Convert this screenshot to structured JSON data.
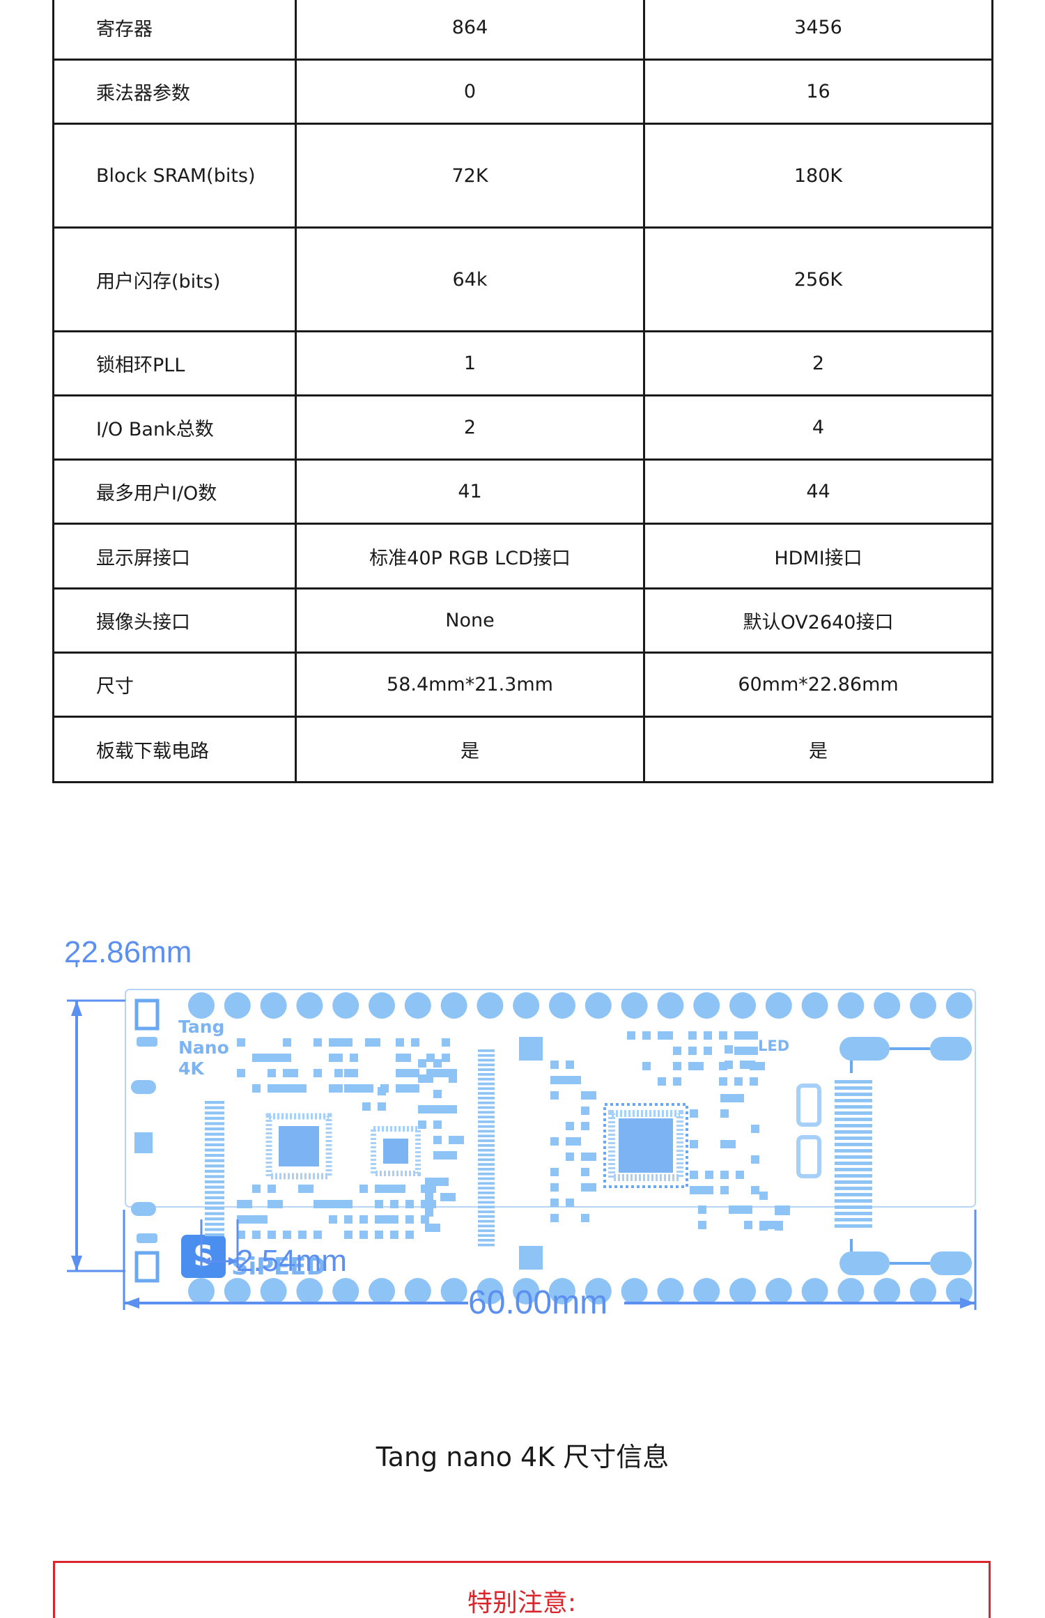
{
  "spec_table": {
    "rows": [
      {
        "label": "寄存器",
        "nano_1k": "864",
        "nano_4k": "3456"
      },
      {
        "label": "乘法器参数",
        "nano_1k": "0",
        "nano_4k": "16"
      },
      {
        "label": "Block SRAM(bits)",
        "nano_1k": "72K",
        "nano_4k": "180K"
      },
      {
        "label": "用户闪存(bits)",
        "nano_1k": "64k",
        "nano_4k": "256K"
      },
      {
        "label": "锁相环PLL",
        "nano_1k": "1",
        "nano_4k": "2"
      },
      {
        "label": "I/O  Bank总数",
        "nano_1k": "2",
        "nano_4k": "4"
      },
      {
        "label": "最多用户I/O数",
        "nano_1k": "41",
        "nano_4k": "44"
      },
      {
        "label": "显示屏接口",
        "nano_1k": "标准40P RGB LCD接口",
        "nano_4k": "HDMI接口"
      },
      {
        "label": "摄像头接口",
        "nano_1k": "None",
        "nano_4k": "默认OV2640接口"
      },
      {
        "label": "尺寸",
        "nano_1k": "58.4mm*21.3mm",
        "nano_4k": "60mm*22.86mm"
      },
      {
        "label": "板载下载电路",
        "nano_1k": "是",
        "nano_4k": "是"
      }
    ]
  },
  "diagram": {
    "height_label": "22.86mm",
    "pitch_label": "2.54mm",
    "width_label": "60.00mm",
    "silk_tang": "Tang",
    "silk_nano": "Nano",
    "silk_4k": "4K",
    "silk_led": "LED",
    "logo_text": "SiPEED",
    "colors": {
      "outline": "#5b8ff0",
      "pad": "#8ec3f6",
      "dimension": "#5b8ff0"
    }
  },
  "caption": "Tang nano 4K 尺寸信息",
  "notice": {
    "title": "特别注意:"
  }
}
